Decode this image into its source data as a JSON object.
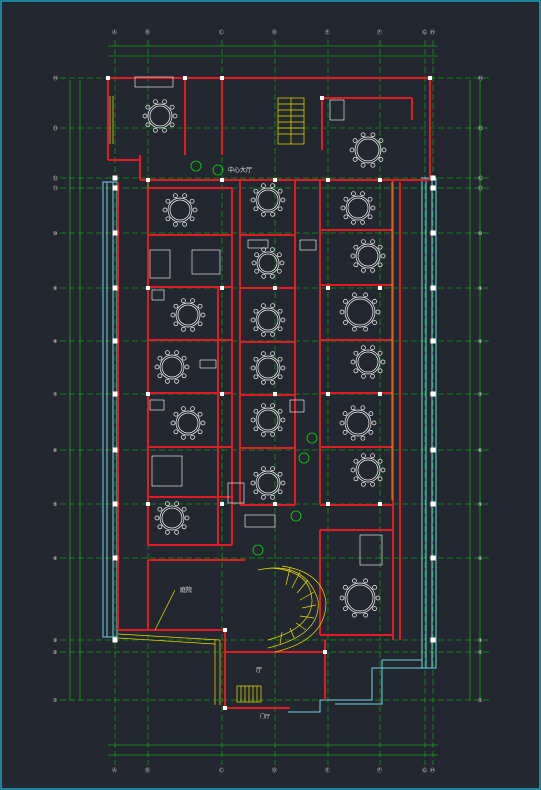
{
  "colors": {
    "background": "#23272f",
    "wall": "#e01b24",
    "grid": "#0bd80b",
    "window": "#6fd3e8",
    "furniture": "#ffffff",
    "stair": "#e8e000",
    "column": "#ffffff"
  },
  "plan": {
    "label_hall": "中心大厅",
    "label_court": "庭院",
    "label_lobby": "厅",
    "label_bottom": "门厅"
  },
  "axes": {
    "top": [
      "Ⓐ",
      "Ⓑ",
      "Ⓒ",
      "Ⓓ",
      "Ⓔ",
      "Ⓕ",
      "Ⓖ",
      "Ⓗ"
    ],
    "left": [
      "⑭",
      "⑬",
      "⑫",
      "⑪",
      "⑩",
      "⑨",
      "⑧",
      "⑦",
      "⑥",
      "⑤",
      "④",
      "③",
      "②",
      "①"
    ],
    "right": [
      "⑭",
      "⑬",
      "⑫",
      "⑪",
      "⑩",
      "⑨",
      "⑧",
      "⑦",
      "⑥",
      "⑤",
      "④",
      "③",
      "②",
      "①"
    ]
  }
}
